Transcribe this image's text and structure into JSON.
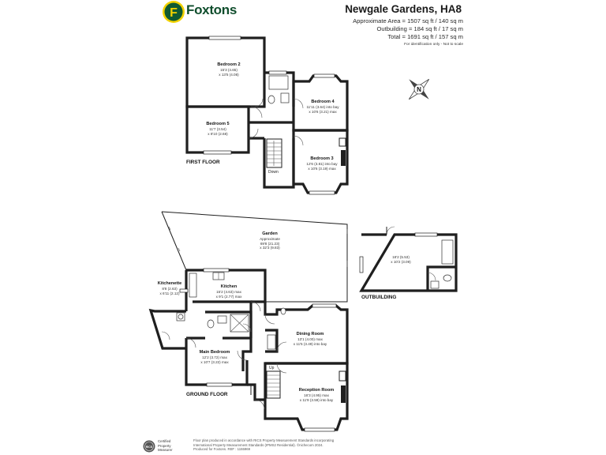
{
  "brand": {
    "name": "Foxtons",
    "logo_letter": "F"
  },
  "header": {
    "address": "Newgale Gardens, HA8",
    "approx_area": "Approximate Area = 1507 sq ft / 140 sq m",
    "outbuilding": "Outbuilding = 184 sq ft / 17 sq m",
    "total": "Total = 1691 sq ft / 157 sq m",
    "identification": "For identification only - Not to scale"
  },
  "compass": {
    "letter": "N"
  },
  "floors": {
    "first": "FIRST FLOOR",
    "ground": "GROUND FLOOR",
    "outbuilding": "OUTBUILDING"
  },
  "rooms": {
    "bedroom2": {
      "name": "Bedroom 2",
      "dim1": "15'3 (4.65)",
      "dim2": "x 13'5 (4.08)"
    },
    "bedroom4": {
      "name": "Bedroom 4",
      "dim1": "11'11 (3.64) into bay",
      "dim2": "x 10'6 (3.21) max"
    },
    "bedroom5": {
      "name": "Bedroom 5",
      "dim1": "11'7 (3.54)",
      "dim2": "x 8'10 (2.68)"
    },
    "bedroom3": {
      "name": "Bedroom 3",
      "dim1": "12'6 (3.81) into bay",
      "dim2": "x 10'6 (3.19) max"
    },
    "garden": {
      "name": "Garden",
      "dim0": "Approximate",
      "dim1": "69'8 (21.23)",
      "dim2": "x 32'3 (9.83)"
    },
    "kitchenette": {
      "name": "Kitchenette",
      "dim1": "8'8 (2.63)",
      "dim2": "x 6'11 (2.12)"
    },
    "kitchen": {
      "name": "Kitchen",
      "dim1": "15'2 (4.63) max",
      "dim2": "x 9'1 (2.77) max"
    },
    "outbuilding": {
      "dim1": "18'2 (5.53)",
      "dim2": "x 10'2 (3.09)"
    },
    "dining": {
      "name": "Dining Room",
      "dim1": "13'1 (4.00) max",
      "dim2": "x 11'5 (3.49) into bay"
    },
    "main_bedroom": {
      "name": "Main Bedroom",
      "dim1": "12'2 (3.72) max",
      "dim2": "x 10'7 (3.22) max"
    },
    "reception": {
      "name": "Reception Room",
      "dim1": "16'3 (4.95) max",
      "dim2": "x 11'9 (3.59) into bay"
    }
  },
  "stairs": {
    "down": "Down",
    "up": "Up"
  },
  "footer": {
    "badge_org": "RICS",
    "badge_line1": "Certified",
    "badge_line2": "Property",
    "badge_line3": "Measurer",
    "line1": "Floor plan produced in accordance with RICS Property Measurement Standards incorporating",
    "line2": "International Property Measurement Standards (IPMS2 Residential). ©nichecom 2024.",
    "line3": "Produced for Foxtons.  REF : 1155969"
  }
}
